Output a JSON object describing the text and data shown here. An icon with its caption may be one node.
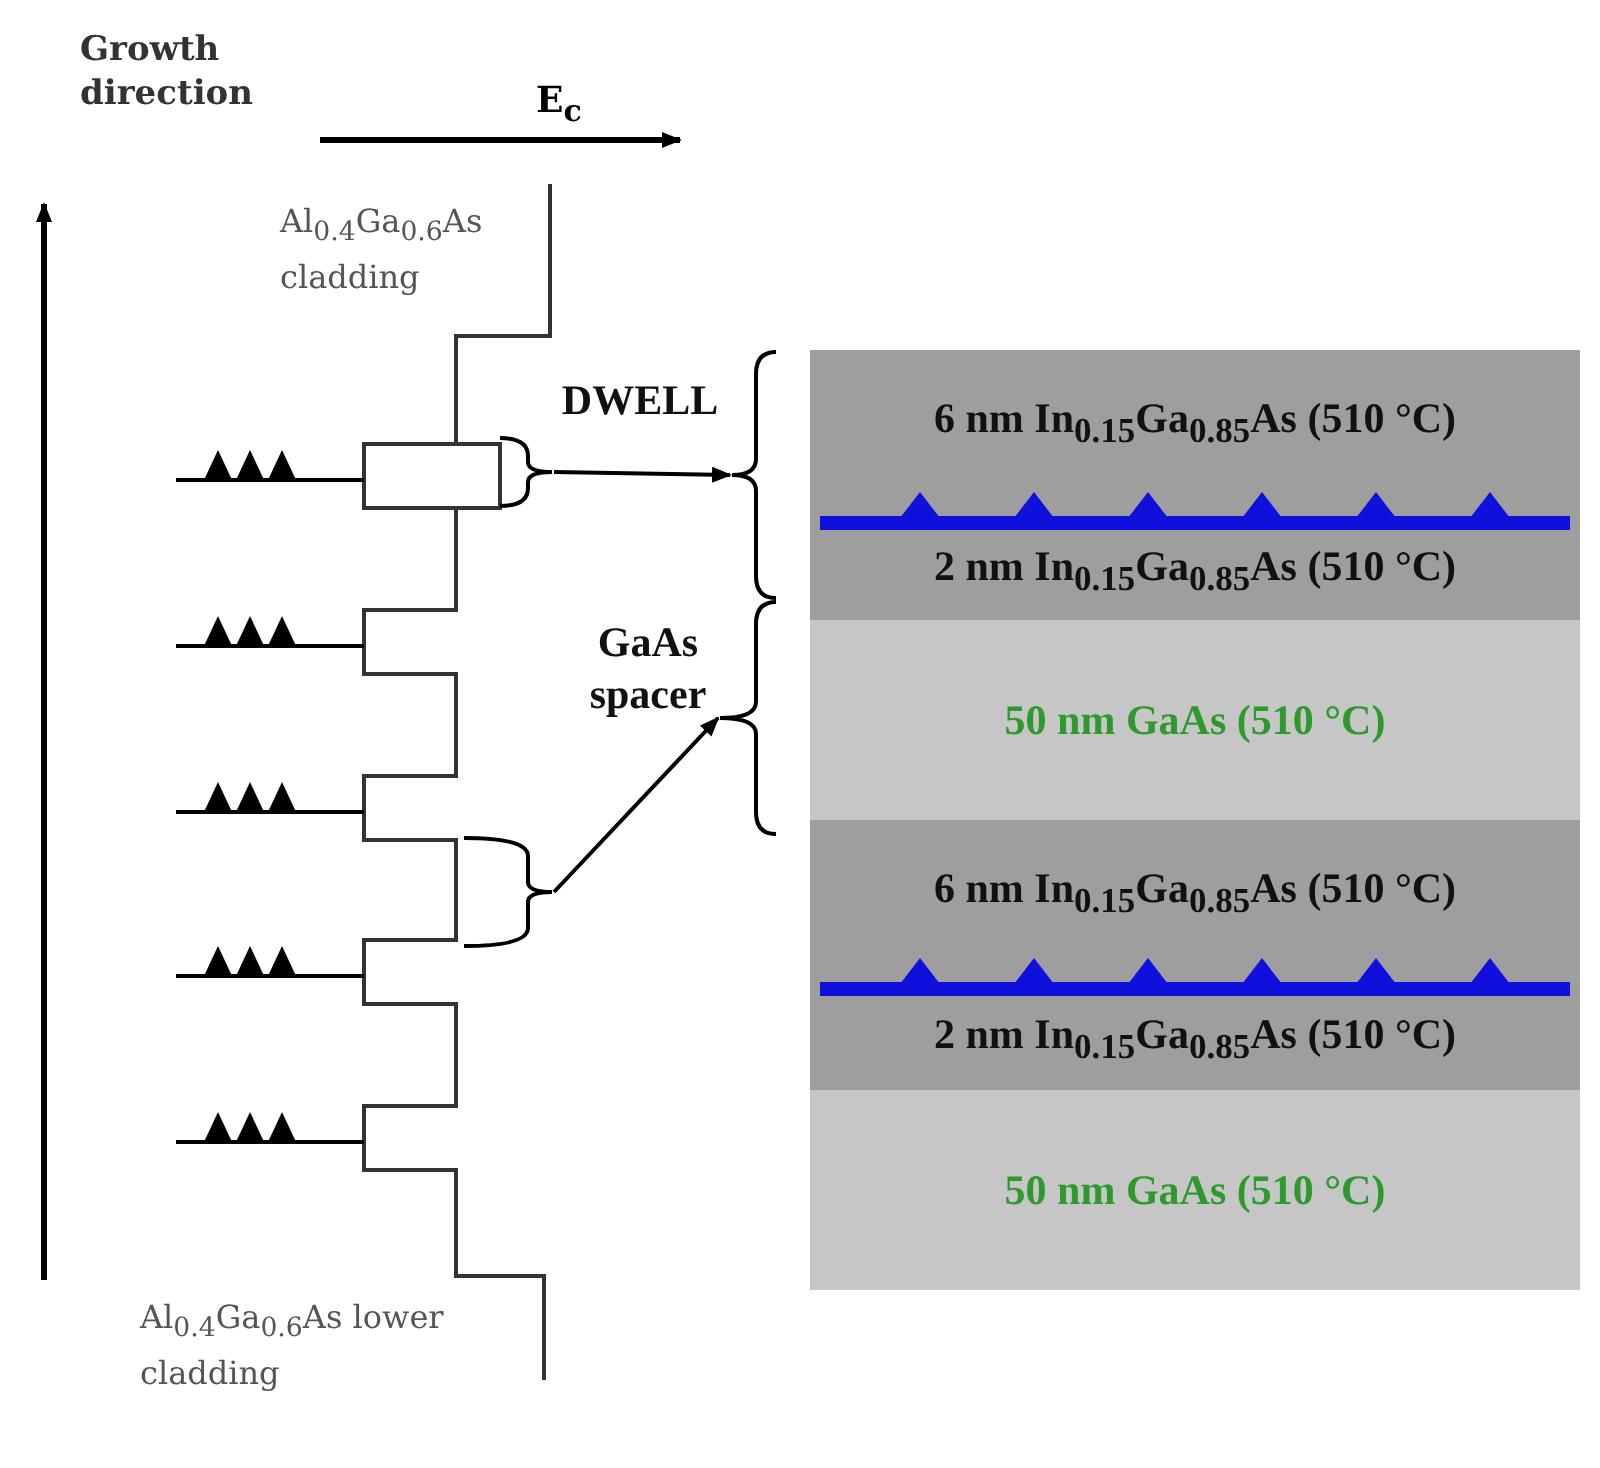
{
  "diagram": {
    "nodes": [
      {
        "text": [
          "6 nm In$_{0.15}$Ga$_{0.85}$As (510 °C)"
        ]
      },
      {
        "text": [
          "2 nm In$_{0.15}$Ga$_{0.85}$As (510 °C)"
        ]
      },
      {
        "text": [
          "50 nm GaAs (510 °C)"
        ]
      },
      {
        "text": [
          "6 nm In$_{0.15}$Ga$_{0.85}$As (510 °C)"
        ]
      },
      {
        "text": [
          "2 nm In$_{0.15}$Ga$_{0.85}$As (510 °C)"
        ]
      },
      {
        "text": [
          "50 nm GaAs (510 °C)"
        ]
      },
      {
        "text": [],
        "shape": "bracket"
      },
      {
        "text": [],
        "shape": "bracket"
      },
      {
        "text": [],
        "shape": "bracket",
        "beside": [
          "DWELL"
        ]
      },
      {
        "text": [],
        "shape": "bracket",
        "beside": [
          "GaAs spacer"
        ]
      }
    ],
    "edges": [
      {
        "from": 6,
        "to": 8,
        "arrow": "to"
      },
      {
        "from": 7,
        "to": 9,
        "arrow": "to"
      }
    ],
    "labels": [
      "Growth direction",
      "E$_{c}$",
      "Al$_{0.4}$Ga$_{0.6}$As cladding",
      "Al$_{0.4}$Ga$_{0.6}$As lower cladding"
    ]
  }
}
